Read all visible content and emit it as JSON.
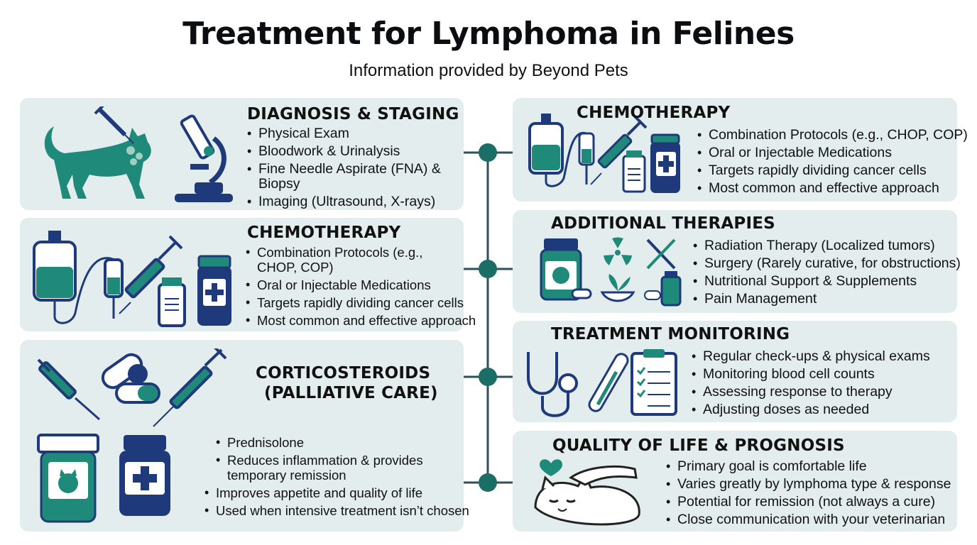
{
  "header": {
    "title": "Treatment for Lymphoma in Felines",
    "subtitle": "Information provided by Beyond Pets"
  },
  "colors": {
    "teal": "#1f8a7a",
    "navy": "#1f3a7a",
    "card": "#e4eded",
    "line": "#2f4f5f"
  },
  "left": {
    "diagnosis": {
      "title": "DIAGNOSIS & STAGING",
      "items": [
        "Physical Exam",
        "Bloodwork & Urinalysis",
        "Fine Needle Aspirate (FNA) &\nBiopsy",
        "Imaging (Ultrasound, X-rays)"
      ],
      "icons": [
        "cat-icon",
        "syringe-icon",
        "microscope-icon"
      ]
    },
    "chemo": {
      "title": "CHEMOTHERAPY",
      "items": [
        "Combination Protocols (e.g.,\nCHOP, COP)",
        "Oral or Injectable Medications",
        "Targets rapidly dividing cancer cells",
        "Most common and effective approach"
      ],
      "icons": [
        "iv-bag-icon",
        "syringe-icon",
        "vial-icon",
        "medicine-bottle-icon"
      ]
    },
    "cortico": {
      "title_line1": "CORTICOSTEROIDS",
      "title_line2": "(PALLIATIVE CARE)",
      "items": [
        "Prednisolone",
        "Reduces inflammation & provides\ntemporary remission",
        "Improves appetite and quality of life",
        "Used when intensive treatment isn’t chosen"
      ],
      "icons": [
        "syringe-icon",
        "pills-icon",
        "cat-pill-bottle-icon",
        "medicine-bottle-icon"
      ]
    }
  },
  "right": {
    "chemo": {
      "title": "CHEMOTHERAPY",
      "items": [
        "Combination Protocols (e.g., CHOP, COP)",
        "Oral or Injectable Medications",
        "Targets rapidly dividing cancer cells",
        "Most common and effective approach"
      ],
      "icons": [
        "iv-bag-icon",
        "syringe-icon",
        "vial-icon",
        "medicine-bottle-icon"
      ]
    },
    "additional": {
      "title": "ADDITIONAL THERAPIES",
      "items": [
        "Radiation Therapy (Localized tumors)",
        "Surgery (Rarely curative, for obstructions)",
        "Nutritional Support & Supplements",
        "Pain Management"
      ],
      "icons": [
        "radiation-bottle-icon",
        "radiation-icon",
        "surgical-tools-icon",
        "plant-bowl-icon",
        "supplement-icon"
      ]
    },
    "monitoring": {
      "title": "TREATMENT MONITORING",
      "items": [
        "Regular check-ups & physical exams",
        "Monitoring blood cell counts",
        "Assessing response to therapy",
        "Adjusting doses as needed"
      ],
      "icons": [
        "stethoscope-icon",
        "thermometer-icon",
        "clipboard-icon"
      ]
    },
    "quality": {
      "title": "QUALITY OF LIFE & PROGNOSIS",
      "items": [
        "Primary goal is comfortable life",
        "Varies greatly by lymphoma type & response",
        "Potential for remission (not always a cure)",
        "Close communication with your veterinarian"
      ],
      "icons": [
        "heart-icon",
        "hand-icon",
        "sleeping-cat-icon"
      ]
    }
  }
}
